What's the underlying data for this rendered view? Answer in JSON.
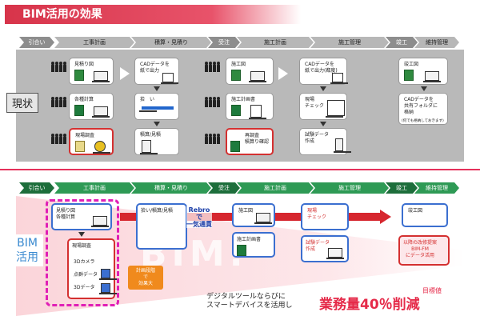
{
  "title": "BIM活用の効果",
  "stages": [
    "引合い",
    "工事計画",
    "積算・見積り",
    "受注",
    "施工計画",
    "施工管理",
    "竣工",
    "維持管理"
  ],
  "top": {
    "label": "現状",
    "cards": {
      "mitsumori_zu": {
        "text": "見積り図"
      },
      "kakushu_keisan": {
        "text": "各種計算"
      },
      "genba_chosa": {
        "text": "現場調査"
      },
      "cad_print1": {
        "text": "CADデータを\n紙で出力"
      },
      "hiroi": {
        "text": "拾　い"
      },
      "sekisan": {
        "text": "積算/見積"
      },
      "sekozu": {
        "text": "施工図"
      },
      "seko_keikaku": {
        "text": "施工計画書"
      },
      "saichosei": {
        "text": "再調査\n積算り確認"
      },
      "cad_print2": {
        "text": "CADデータを\n紙で出力(都度)"
      },
      "genba_check": {
        "text": "現場\nチェック"
      },
      "shiken_data": {
        "text": "試験データ\n作成"
      },
      "shunko_zu": {
        "text": "竣工図"
      },
      "cad_share": {
        "text": "CADデータを\n共有フォルダに\n格納"
      },
      "cad_share_note": {
        "text": "(何でも格納しておきます)"
      }
    }
  },
  "bottom": {
    "label": "BIM\n活用",
    "watermark": "BIM.",
    "cards": {
      "bim_mitsumori": {
        "text": "見積り図\n各種計算"
      },
      "bim_genba": {
        "text": "現場調査"
      },
      "bim_3dcam": {
        "text": "3Dカメラ"
      },
      "bim_tengun": {
        "text": "点群データ"
      },
      "bim_3ddata": {
        "text": "3Dデータ"
      },
      "hiroi_sekisan": {
        "text": "拾い/積算/見積"
      },
      "sekozu": {
        "text": "施工図"
      },
      "seko_keikaku": {
        "text": "施工計画書"
      },
      "genba_check": {
        "text": "現場\nチェック"
      },
      "shiken_data": {
        "text": "試験データ\n作成"
      },
      "shunko_zu": {
        "text": "竣工図"
      },
      "iko_ijikanri": {
        "text": "以降の改修提案\nBIM-FM\nにデータ活用"
      }
    },
    "rebro": "Rebro\nで\n一気通貫",
    "effect": "計画段階\nで\n効果大",
    "goal_sub": "デジタルツールならびに\nスマートデバイスを活用し",
    "goal_label": "目標値",
    "goal": "業務量40％削減"
  }
}
